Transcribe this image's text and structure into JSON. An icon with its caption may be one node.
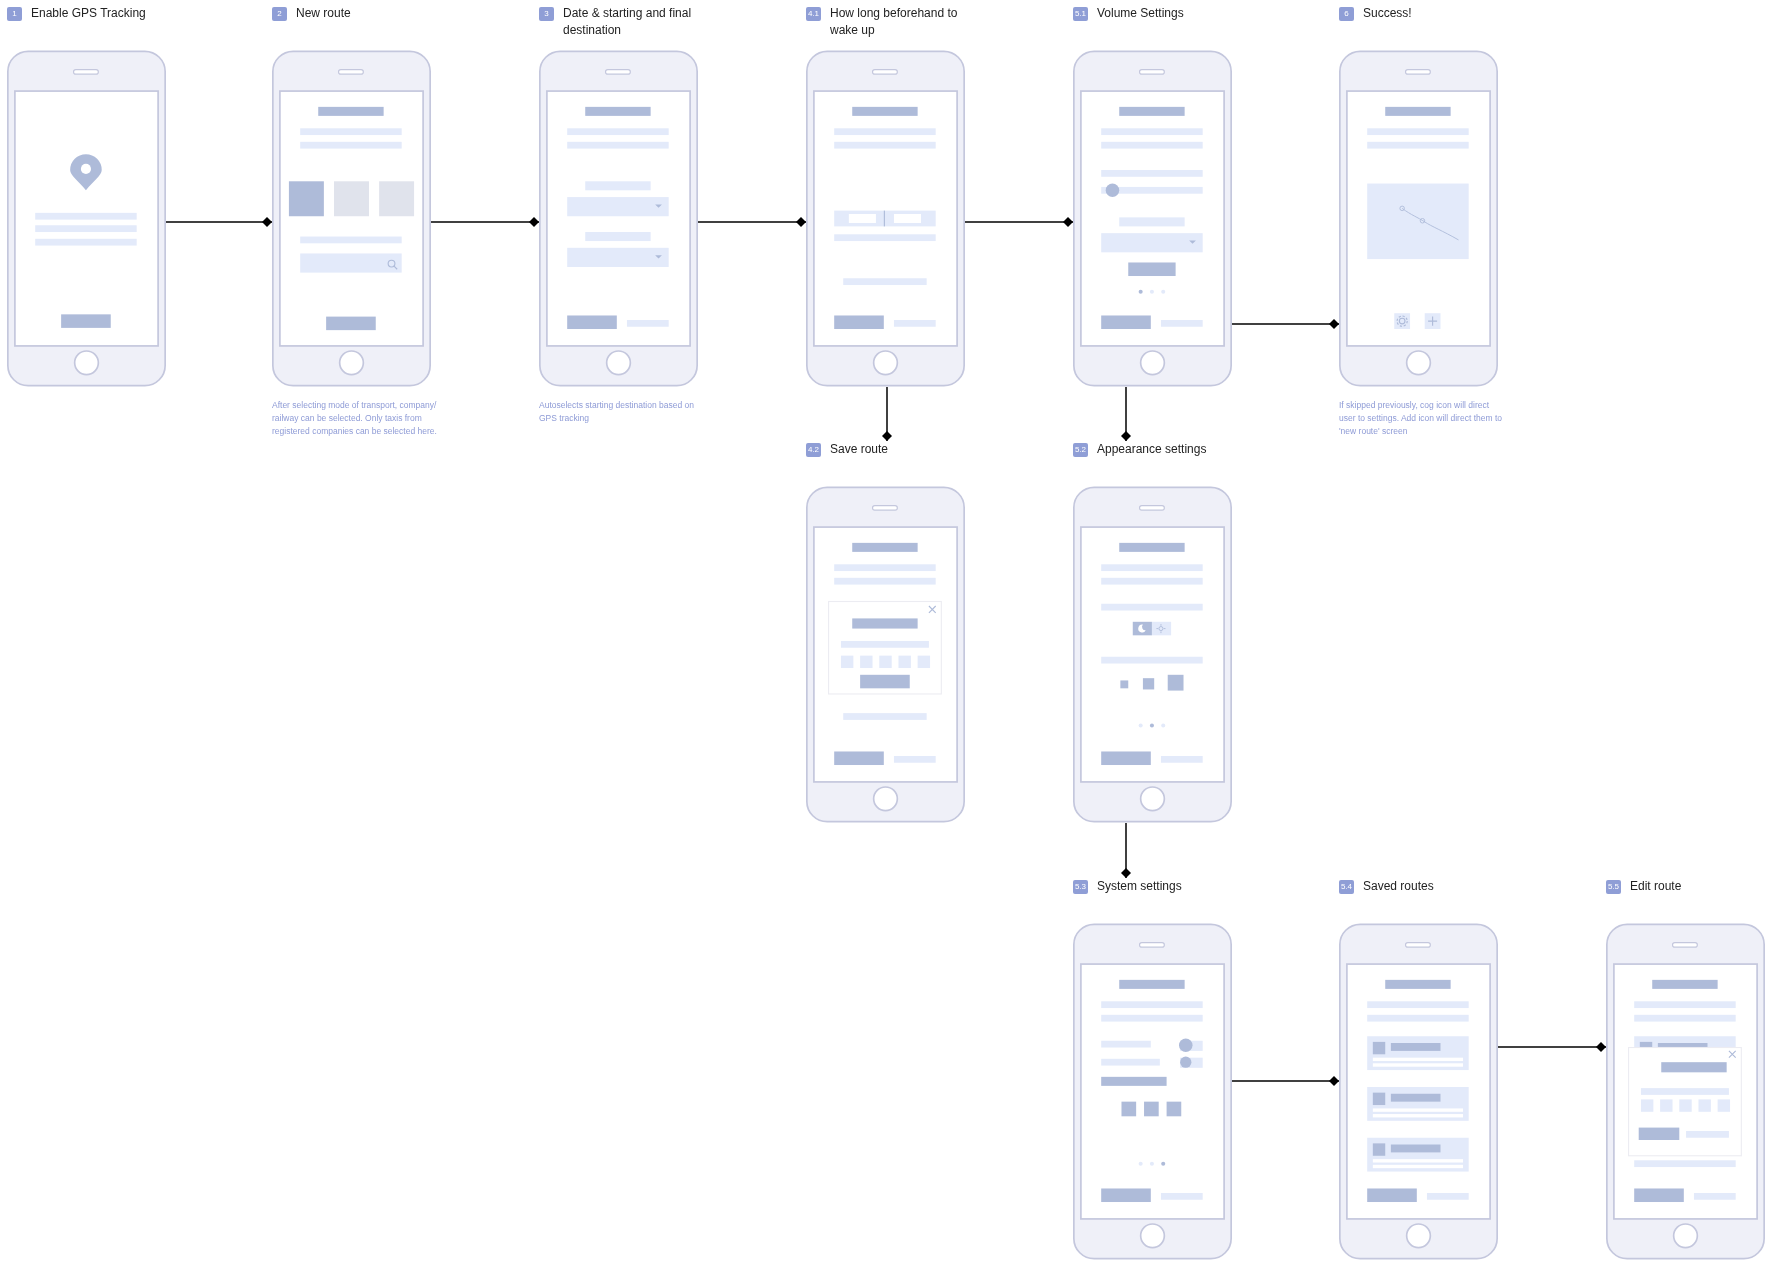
{
  "diagram": {
    "nodes": [
      {
        "text": [
          "1",
          "Enable GPS Tracking"
        ]
      },
      {
        "text": [
          "2",
          "New route"
        ],
        "beside": [
          "After selecting mode of transport, company/ railway can be selected. Only taxis from registered companies can be selected here."
        ]
      },
      {
        "text": [
          "3",
          "Date & starting and final destination"
        ],
        "beside": [
          "Autoselects starting destination based on GPS tracking"
        ]
      },
      {
        "text": [
          "4.1",
          "How long beforehand to wake up"
        ]
      },
      {
        "text": [
          "5.1",
          "Volume Settings"
        ]
      },
      {
        "text": [
          "6",
          "Success!"
        ],
        "beside": [
          "If skipped previously, cog icon will direct user to settings. Add icon will direct them to 'new route' screen"
        ]
      },
      {
        "text": [
          "4.2",
          "Save route"
        ]
      },
      {
        "text": [
          "5.2",
          "Appearance settings"
        ]
      },
      {
        "text": [
          "5.3",
          "System settings"
        ]
      },
      {
        "text": [
          "5.4",
          "Saved routes"
        ]
      },
      {
        "text": [
          "5.5",
          "Edit route"
        ]
      }
    ],
    "edges": [
      {
        "from": 0,
        "to": 1,
        "arrow": "other"
      },
      {
        "from": 1,
        "to": 2,
        "arrow": "other"
      },
      {
        "from": 2,
        "to": 3,
        "arrow": "other"
      },
      {
        "from": 3,
        "to": 4,
        "arrow": "other"
      },
      {
        "from": 3,
        "to": 6,
        "arrow": "other"
      },
      {
        "from": 4,
        "to": 5,
        "arrow": "other"
      },
      {
        "from": 4,
        "to": 7,
        "arrow": "other"
      },
      {
        "from": 7,
        "to": 8,
        "arrow": "other"
      },
      {
        "from": 8,
        "to": 9,
        "arrow": "other"
      },
      {
        "from": 9,
        "to": 10,
        "arrow": "other"
      }
    ]
  }
}
